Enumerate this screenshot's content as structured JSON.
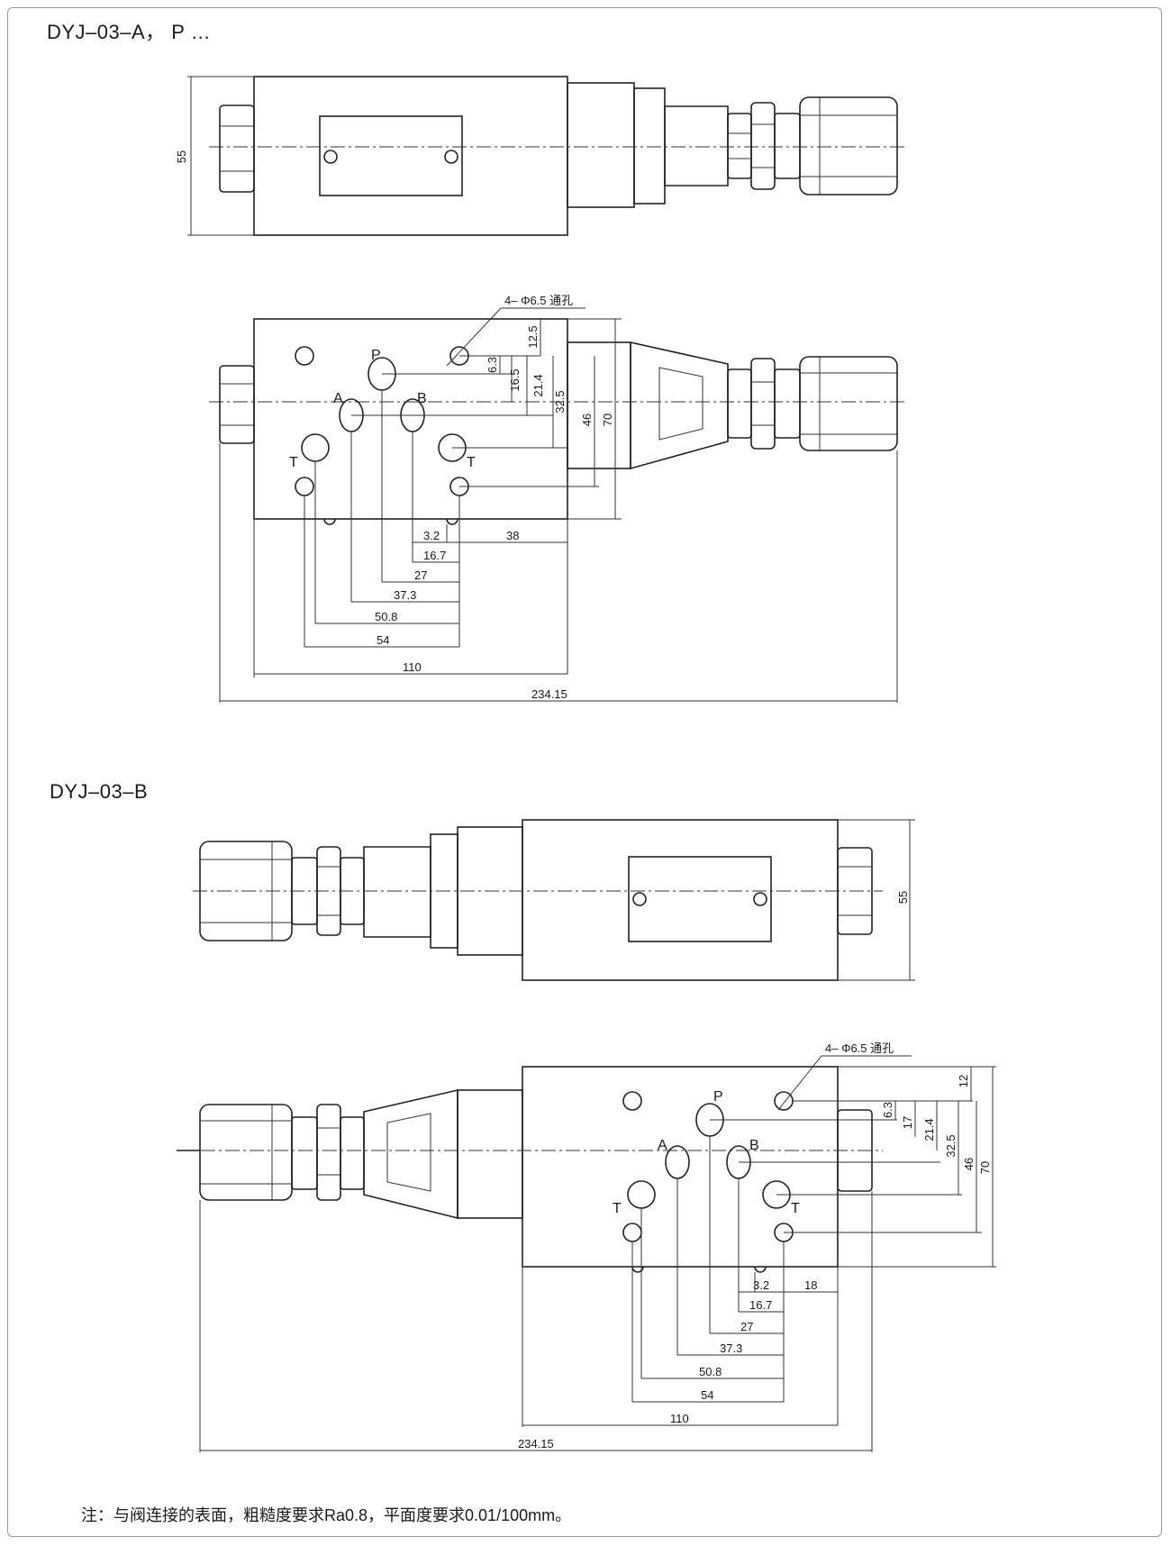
{
  "titles": {
    "a": "DYJ–03–A， P …",
    "b": "DYJ–03–B"
  },
  "callouts": {
    "hole_a": "4– Φ6.5 通孔",
    "hole_b": "4– Φ6.5 通孔"
  },
  "ports": {
    "p": "P",
    "a": "A",
    "b": "B",
    "t": "T"
  },
  "dims_a": {
    "height_top": "55",
    "v_12_5": "12.5",
    "v_6_3": "6.3",
    "v_16_5": "16.5",
    "v_21_4": "21.4",
    "v_32_5": "32.5",
    "v_46": "46",
    "v_70": "70",
    "h_3_2": "3.2",
    "h_38": "38",
    "h_16_7": "16.7",
    "h_27": "27",
    "h_37_3": "37.3",
    "h_50_8": "50.8",
    "h_54": "54",
    "h_110": "110",
    "h_234_15": "234.15"
  },
  "dims_b": {
    "height_top": "55",
    "v_12": "12",
    "v_6_3": "6.3",
    "v_17": "17",
    "v_21_4": "21.4",
    "v_32_5": "32.5",
    "v_46": "46",
    "v_70": "70",
    "h_3_2": "3.2",
    "h_18": "18",
    "h_16_7": "16.7",
    "h_27": "27",
    "h_37_3": "37.3",
    "h_50_8": "50.8",
    "h_54": "54",
    "h_110": "110",
    "h_234_15": "234.15"
  },
  "note": "注：与阀连接的表面，粗糙度要求Ra0.8，平面度要求0.01/100mm。"
}
